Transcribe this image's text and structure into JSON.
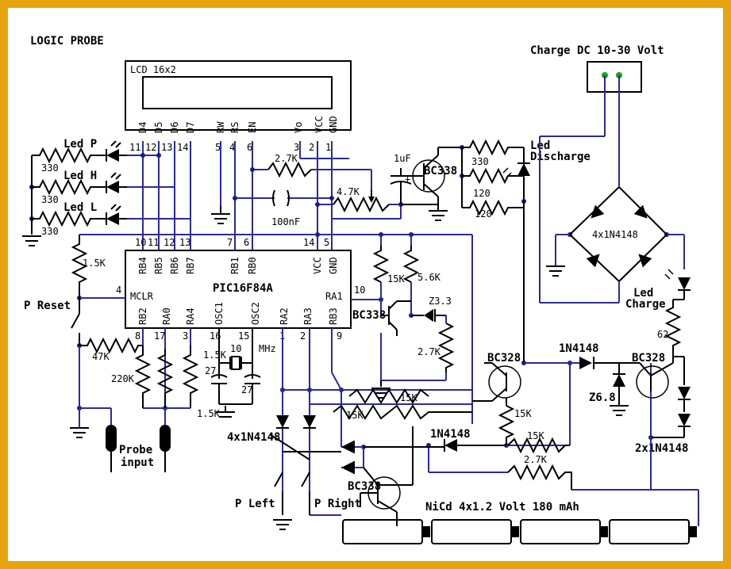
{
  "title": "LOGIC PROBE",
  "lcd": {
    "name": "LCD 16x2",
    "pins": [
      "D4",
      "D5",
      "D6",
      "D7",
      "RW",
      "RS",
      "EN",
      "Vo",
      "VCC",
      "GND"
    ],
    "pin_numbers": [
      "11",
      "12",
      "13",
      "14",
      "5",
      "4",
      "6",
      "3",
      "2",
      "1"
    ]
  },
  "mcu": {
    "name": "PIC16F84A",
    "top_pins": [
      "RB4",
      "RB5",
      "RB6",
      "RB7",
      "RB1",
      "RB0",
      "VCC",
      "GND"
    ],
    "top_numbers": [
      "10",
      "11",
      "12",
      "13",
      "7",
      "6",
      "14",
      "5"
    ],
    "mclr": "MCLR",
    "mclr_number": "4",
    "ra1": "RA1",
    "ra1_number": "10",
    "bottom_pins": [
      "RB2",
      "RA0",
      "RA4",
      "OSC1",
      "OSC2",
      "RA2",
      "RA3",
      "RB3"
    ],
    "bottom_numbers": [
      "8",
      "17",
      "3",
      "16",
      "15",
      "1",
      "2",
      "9"
    ]
  },
  "leds": {
    "p": "Led P",
    "h": "Led H",
    "l": "Led L",
    "discharge_1": "Led",
    "discharge_2": "Discharge",
    "charge_1": "Led",
    "charge_2": "Charge"
  },
  "resistors": {
    "r330_a": "330",
    "r330_b": "330",
    "r330_c": "330",
    "r330_d": "330",
    "r120_a": "120",
    "r120_b": "120",
    "r2_7k_top": "2.7K",
    "r4_7k": "4.7K",
    "r1_5k_mclr": "1.5K",
    "r15k_a": "15K",
    "r5_6k": "5.6K",
    "r2_7k_mid": "2.7K",
    "r47k": "47K",
    "r220k": "220K",
    "r1_5k_a": "1.5K",
    "r1_5k_b": "1.5K",
    "r15k_b": "15K",
    "r15k_c": "15K",
    "r15k_d": "15K",
    "r15k_e": "15K",
    "r2_7k_bot": "2.7K",
    "r62": "62"
  },
  "capacitors": {
    "c1uf": "1uF",
    "c100nf": "100nF",
    "c27a": "27",
    "c27b": "27",
    "xtal": "10",
    "mhz": "MHz",
    "plus": "+"
  },
  "semis": {
    "bc338_a": "BC338",
    "bc338_b": "BC338",
    "bc338_c": "BC338",
    "bc328_a": "BC328",
    "bc328_b": "BC328",
    "zener33": "Z3.3",
    "zener68": "Z6.8",
    "d1n4148_a": "1N4148",
    "d1n4148_b": "1N4148",
    "bridge": "4x1N4148",
    "clamp": "4x1N4148",
    "series": "2x1N4148"
  },
  "io": {
    "charge_input": "Charge DC 10-30 Volt",
    "p_reset": "P Reset",
    "p_left": "P Left",
    "p_right": "P Right",
    "probe_1": "Probe",
    "probe_2": "input",
    "battery": "NiCd 4x1.2 Volt 180 mAh"
  }
}
